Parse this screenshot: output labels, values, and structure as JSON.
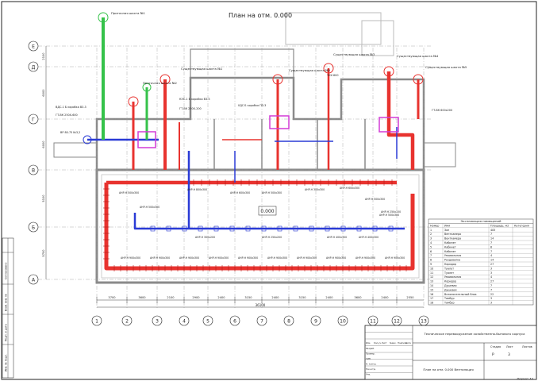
{
  "sheet": {
    "title": "План на отм. 0.000",
    "plan_mark": "0.000",
    "overall_dim": "36100",
    "vert_dims": [
      "2100",
      "6000",
      "6000",
      "5100",
      "5700"
    ]
  },
  "grid": {
    "columns": [
      "1",
      "2",
      "3",
      "4",
      "5",
      "6",
      "7",
      "8",
      "9",
      "10",
      "11",
      "12",
      "13"
    ],
    "rows": [
      "Е",
      "Д",
      "Г",
      "В",
      "Б",
      "А"
    ],
    "spans": [
      "3700",
      "3600",
      "2100",
      "2900",
      "2400",
      "3150",
      "2400",
      "3150",
      "2400",
      "3600",
      "2400",
      "2550"
    ]
  },
  "shafts": [
    "Приточная шахта №1",
    "Приточная шахта №2",
    "Существующая шахта №1",
    "Существующая шахта №2",
    "Существующая шахта №3",
    "Существующая шахта №4",
    "Существующая шахта №5"
  ],
  "duct_labels": {
    "main": [
      "АНР-Н 500х300",
      "АНР-Н 800х300",
      "АНР-Н 600х300",
      "АНР-Н 500х300",
      "АНР-Н 300х300",
      "АНР-Н 600х300",
      "АНР-Н 500х300",
      "АНР-Н 500х300",
      "АНР-Н 400х300",
      "АНР-Н 400х300"
    ],
    "lower": [
      "АНР-Н 900х300",
      "АНР-Н 900х300",
      "АНР-Н 900х300",
      "АНР-Н 900х300",
      "АНР-Н 900х300",
      "АНР-Н 900х300",
      "АНР-Н 900х300",
      "АНР-Н 900х300",
      "АНР-Н 900х300",
      "АНР-Н 900х300"
    ],
    "supply": [
      "АНР-Н 500х300",
      "АНР-Н 300х200",
      "АНР-Н 250х200",
      "АНР-Н 250х150"
    ],
    "equipment": [
      "ВДС-1 Б коробка В3-3",
      "ГТ-ВК 250Х-600",
      "ВР 80-75 №3,2",
      "КЭС-1 Б коробка В3-3",
      "ГТ-ВК 250Х-200",
      "УДС Б коробка ПЗ-3",
      "ЧКУ-600",
      "ГТ-ВК 600х200"
    ]
  },
  "rooms_table": {
    "title": "Экспликация помещений",
    "headers": [
      "Номер",
      "Имя",
      "Площадь, м2",
      "Категория"
    ],
    "rows": [
      [
        "1",
        "Зал",
        "405",
        ""
      ],
      [
        "2",
        "Венткамера",
        "7",
        ""
      ],
      [
        "3",
        "Венткамера",
        "14",
        ""
      ],
      [
        "4",
        "Кабинет",
        "7",
        ""
      ],
      [
        "5",
        "Кабинет",
        "6",
        ""
      ],
      [
        "6",
        "Кабинет",
        "7",
        ""
      ],
      [
        "7",
        "Умывальная",
        "4",
        ""
      ],
      [
        "8",
        "Раздевалка",
        "14",
        ""
      ],
      [
        "9",
        "Коридор",
        "27",
        ""
      ],
      [
        "10",
        "Туалет",
        "3",
        ""
      ],
      [
        "11",
        "Туалет",
        "3",
        ""
      ],
      [
        "12",
        "Умывальная",
        "4",
        ""
      ],
      [
        "13",
        "Коридор",
        "27",
        ""
      ],
      [
        "14",
        "Душевая",
        "7",
        ""
      ],
      [
        "15",
        "Душевая",
        "7",
        ""
      ],
      [
        "16",
        "Вспомогательный блок",
        "22",
        ""
      ],
      [
        "17",
        "Тамбур",
        "3",
        ""
      ],
      [
        "18",
        "Тамбур",
        "3",
        ""
      ]
    ]
  },
  "title_block": {
    "project": "Техническое перевооружение хозяйственно-бытового корпуса",
    "drawing": "План на отм. 0.000 Вентиляция",
    "stage_headers": [
      "Стадия",
      "Лист",
      "Листов"
    ],
    "stage_values": [
      "Р",
      "3",
      ""
    ],
    "format": "Формат А3",
    "row_labels": [
      "Изм.",
      "Кол.уч.",
      "Лист",
      "№док.",
      "Подпись",
      "Дата"
    ],
    "roles": [
      "Разраб.",
      "Провер.",
      "ГИП",
      "Н. контр.",
      "Нач.отд.",
      "Утв."
    ]
  },
  "side_stamp": [
    "Инв. № подл.",
    "Подп. и дата",
    "Взам. инв. №",
    "Согласовано"
  ],
  "colors": {
    "exhaust": "#e8332f",
    "supply": "#2a3bd6",
    "fresh": "#35c24a",
    "recirc": "#d23bd6",
    "wall": "#8a8a8a"
  }
}
